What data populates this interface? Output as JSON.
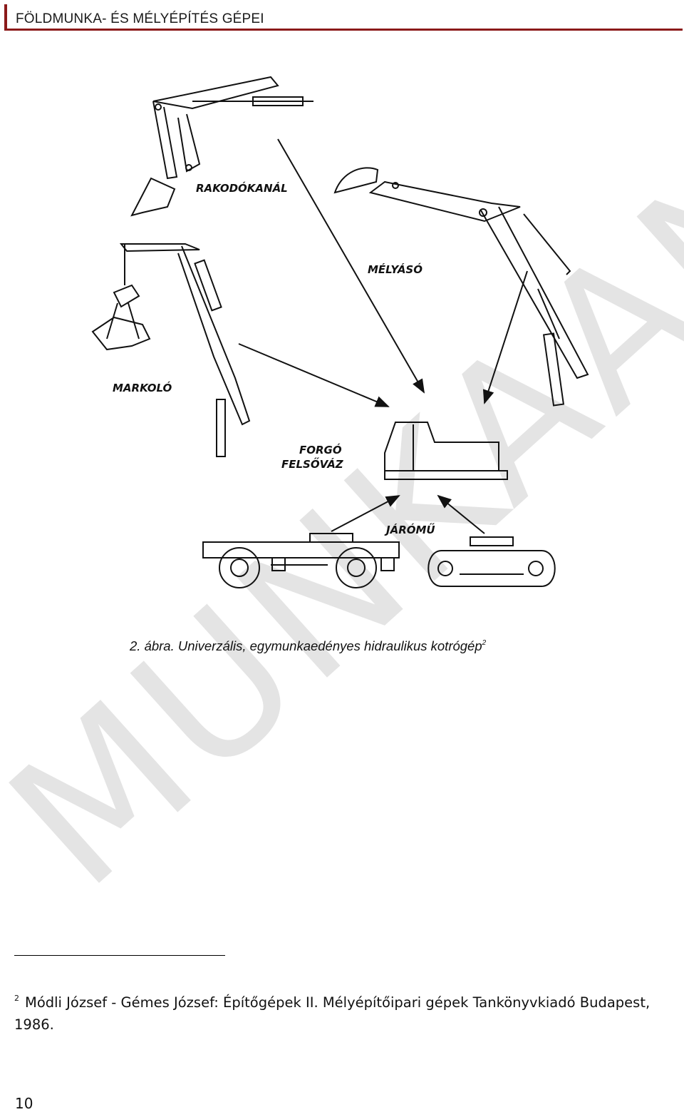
{
  "header": {
    "title": "FÖLDMUNKA- ÉS MÉLYÉPÍTÉS GÉPEI"
  },
  "figure": {
    "labels": {
      "rakodokanal": "RAKODÓKANÁL",
      "melyaso": "MÉLYÁSÓ",
      "markolo": "MARKOLÓ",
      "forgo": "FORGÓ",
      "felsovaz": "FELSŐVÁZ",
      "jaromu": "JÁRÓMŰ"
    },
    "caption_text": "2. ábra. Univerzális, egymunkaedényes hidraulikus kotrógép",
    "caption_ref": "2"
  },
  "watermark": {
    "text": "MUNKAANYAG"
  },
  "footnote": {
    "marker": "2",
    "text": "Módli József - Gémes József: Építőgépek II. Mélyépítőipari gépek Tankönyvkiadó Budapest, 1986."
  },
  "page_number": "10"
}
